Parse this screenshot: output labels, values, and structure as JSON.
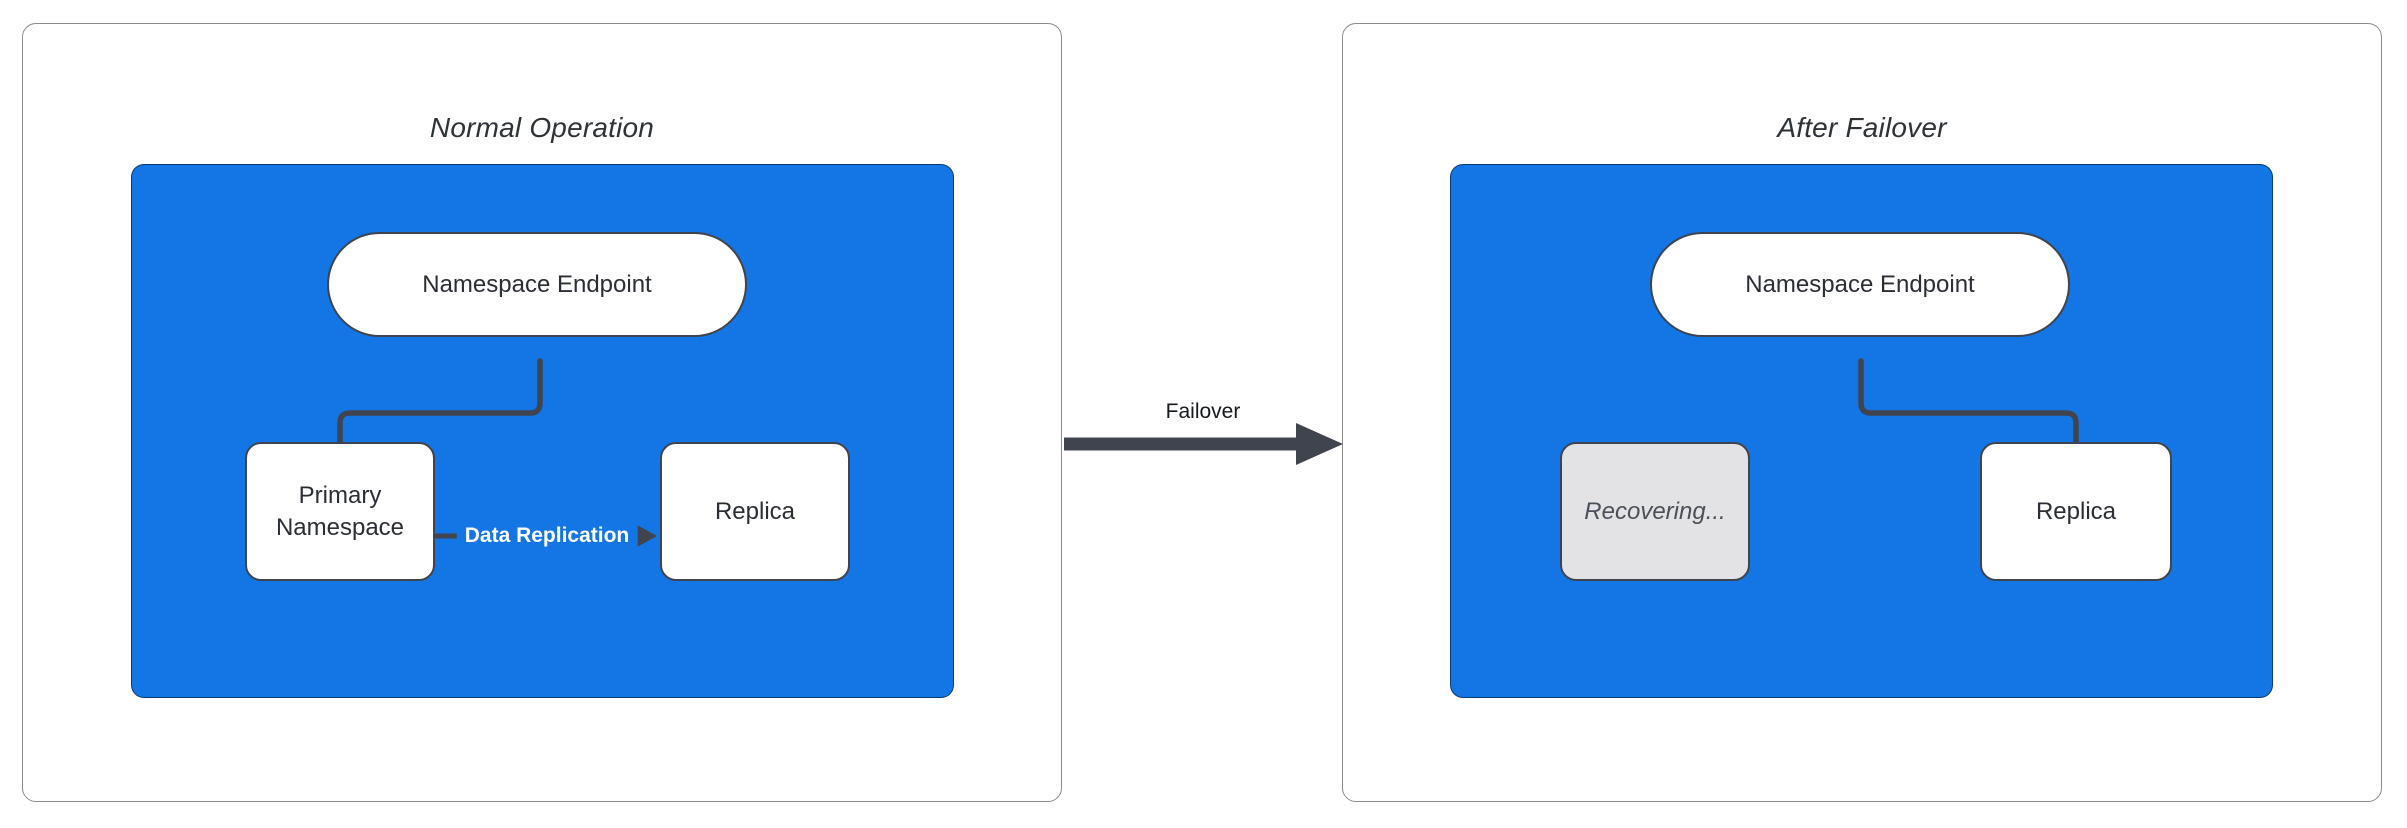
{
  "diagram": {
    "panels": [
      {
        "title": "Normal Operation",
        "nodes": {
          "endpoint": "Namespace Endpoint",
          "primary": "Primary Namespace",
          "replica": "Replica"
        },
        "edge_label": "Data Replication"
      },
      {
        "title": "After Failover",
        "nodes": {
          "endpoint": "Namespace Endpoint",
          "recovering": "Recovering...",
          "replica": "Replica"
        }
      }
    ],
    "transition_label": "Failover",
    "colors": {
      "cluster_fill": "#1376e4",
      "node_border": "#3f444e",
      "node_text": "#2b2e35",
      "arrow": "#3f444e",
      "panel_border": "#8b8b8b",
      "title_text": "#2e3338",
      "recovering_fill": "#e3e3e6",
      "recovering_text": "#4a5059",
      "replication_label_text": "#ffffff"
    }
  }
}
